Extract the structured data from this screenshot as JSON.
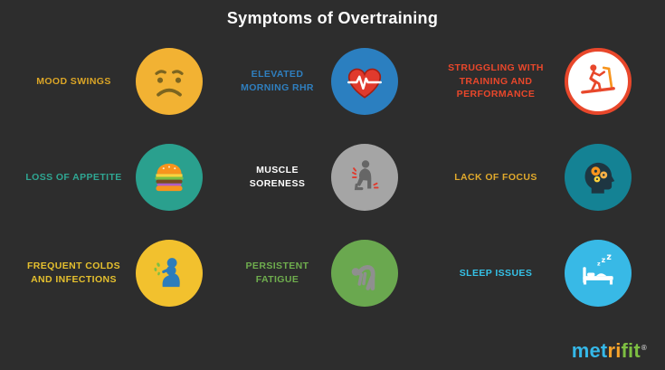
{
  "title": "Symptoms of Overtraining",
  "background": "#2d2d2d",
  "items": [
    {
      "label": "MOOD SWINGS",
      "label_color": "#dba526",
      "circle_color": "#f2b233",
      "icon": "sad-face-icon"
    },
    {
      "label": "ELEVATED MORNING RHR",
      "label_color": "#2f7fbf",
      "circle_color": "#2b7fc0",
      "icon": "heart-rate-icon"
    },
    {
      "label": "STRUGGLING WITH TRAINING AND PERFORMANCE",
      "label_color": "#e8472b",
      "circle_color": "#ffffff",
      "ring_color": "#e8472b",
      "icon": "treadmill-runner-icon"
    },
    {
      "label": "LOSS OF APPETITE",
      "label_color": "#2fa793",
      "circle_color": "#2aa08e",
      "icon": "burger-icon"
    },
    {
      "label": "MUSCLE SORENESS",
      "label_color": "#ffffff",
      "circle_color": "#a5a5a5",
      "icon": "kneeling-pain-icon"
    },
    {
      "label": "LACK OF FOCUS",
      "label_color": "#e0a92c",
      "circle_color": "#148294",
      "icon": "head-gears-icon"
    },
    {
      "label": "FREQUENT COLDS AND INFECTIONS",
      "label_color": "#e5c02e",
      "circle_color": "#f2c12e",
      "icon": "sneezing-icon"
    },
    {
      "label": "PERSISTENT FATIGUE",
      "label_color": "#6fae4e",
      "circle_color": "#6aa84f",
      "icon": "fatigue-icon"
    },
    {
      "label": "SLEEP ISSUES",
      "label_color": "#35c2e8",
      "circle_color": "#38b9e6",
      "icon": "sleep-bed-icon"
    }
  ],
  "logo": {
    "parts": [
      {
        "text": "met",
        "color": "#35b8e8"
      },
      {
        "text": "ri",
        "color": "#f7a32b"
      },
      {
        "text": "fit",
        "color": "#7dbf42"
      }
    ],
    "registered": "®"
  }
}
